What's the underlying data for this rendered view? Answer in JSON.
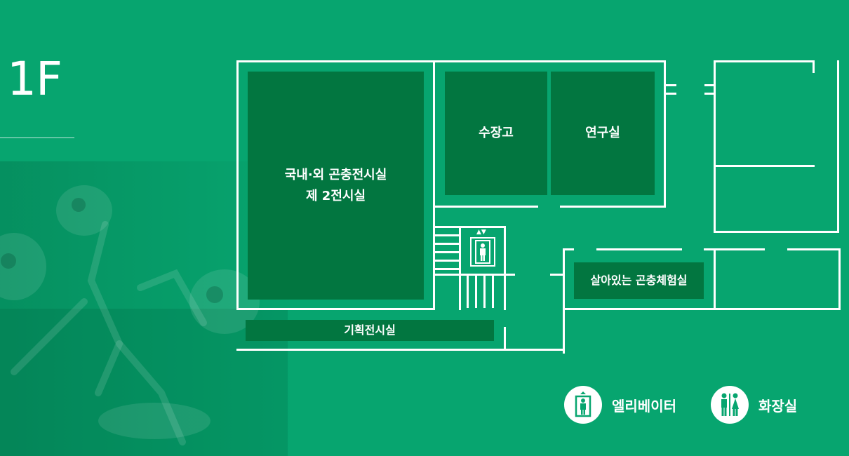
{
  "floor": {
    "label": "1F"
  },
  "rooms": {
    "exhibit_main": {
      "line1": "국내·외 곤충전시실",
      "line2": "제 2전시실"
    },
    "storage": "수장고",
    "lab": "연구실",
    "live_insect": "살아있는 곤충체험실",
    "planning_exhibit": "기획전시실"
  },
  "legend": {
    "elevator": {
      "label": "엘리베이터",
      "icon": "elevator-icon"
    },
    "restroom": {
      "label": "화장실",
      "icon": "restroom-icon"
    }
  },
  "colors": {
    "background": "#07a56f",
    "room_fill": "#027640",
    "walls": "#ffffff"
  }
}
